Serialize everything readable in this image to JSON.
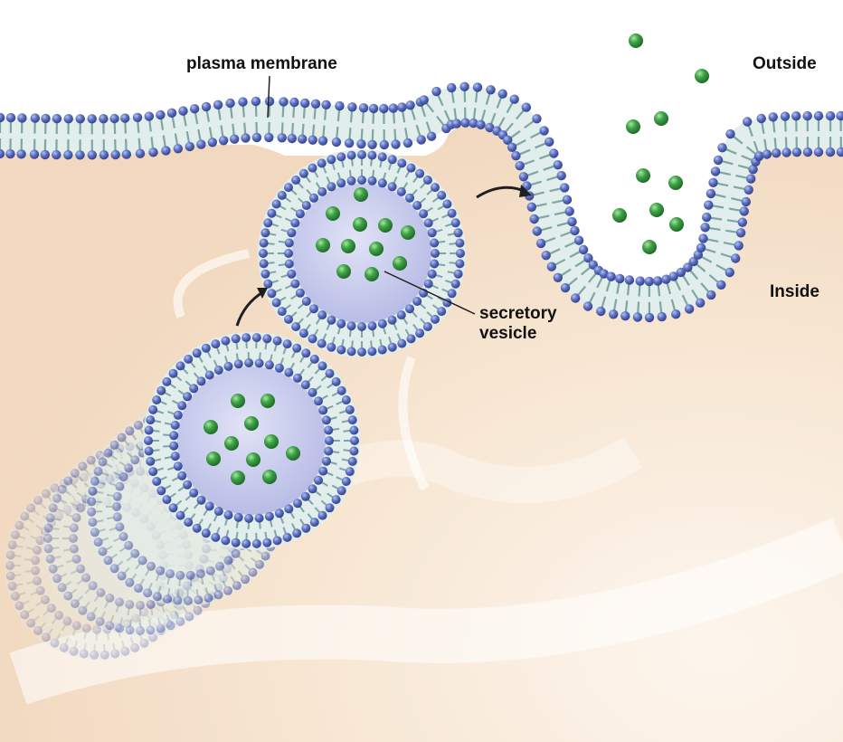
{
  "labels": {
    "plasma_membrane": "plasma membrane",
    "outside": "Outside",
    "inside": "Inside",
    "secretory_vesicle": "secretory\nvesicle"
  },
  "colors": {
    "cytoplasm": "#f4dfc8",
    "phospholipid_head": "#5b6fc0",
    "lipid_tail": "#7fa6a3",
    "membrane_interior": "#e1eeec",
    "vesicle_lumen": "#c7cbec",
    "cargo": "#3ea247",
    "arrow": "#1f1f1f"
  },
  "icons": {
    "cargo": "green-sphere-icon",
    "arrow": "curved-arrow-icon"
  }
}
